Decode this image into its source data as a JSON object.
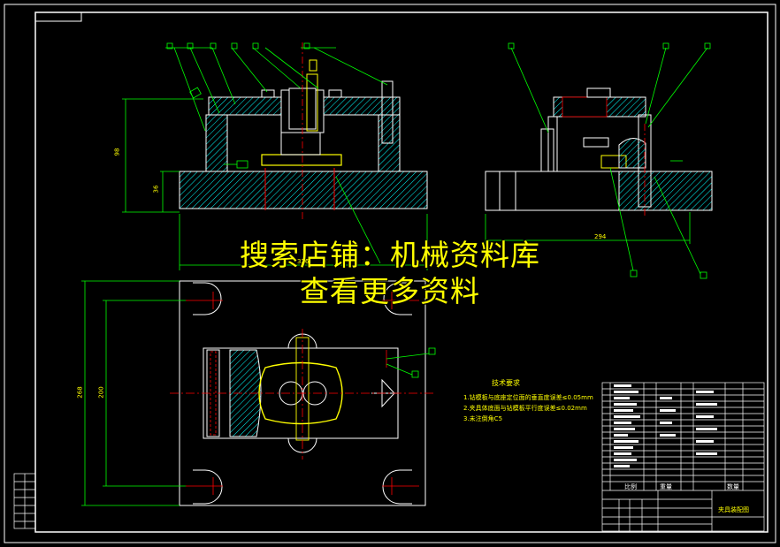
{
  "watermark": {
    "line1": "搜索店铺：机械资料库",
    "line2": "查看更多资料"
  },
  "tech_requirements": {
    "title": "技术要求",
    "items": [
      "1.钻模板与底座定位面的垂直度误差≤0.05mm",
      "2.夹具体底面与钻模板平行度误差≤0.02mm",
      "3.未注倒角C5"
    ]
  },
  "dimensions": {
    "front_height": "98",
    "front_base": "36",
    "front_width": "326",
    "side_width": "294",
    "plan_height_outer": "268",
    "plan_height_inner": "200"
  },
  "title_block": {
    "drawing_title": "夹具装配图",
    "cell_scale": "比例",
    "cell_weight": "重量",
    "cell_qty": "数量"
  },
  "colors": {
    "background": "#000000",
    "outline": "#ffffff",
    "section_hatch": "#00ffff",
    "centerline": "#ff0000",
    "dimension": "#00ff00",
    "leader": "#00ff00",
    "text": "#ffff00",
    "part": "#ffff00"
  }
}
